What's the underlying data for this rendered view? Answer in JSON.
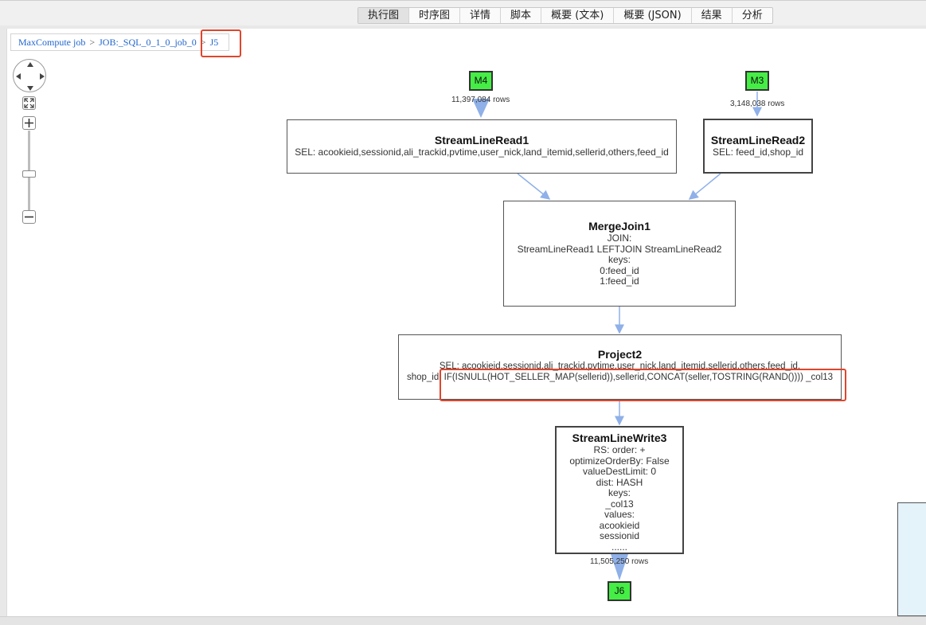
{
  "tabs": [
    {
      "label": "执行图",
      "active": true
    },
    {
      "label": "时序图",
      "active": false
    },
    {
      "label": "详情",
      "active": false
    },
    {
      "label": "脚本",
      "active": false
    },
    {
      "label": "概要 (文本)",
      "active": false
    },
    {
      "label": "概要 (JSON)",
      "active": false
    },
    {
      "label": "结果",
      "active": false
    },
    {
      "label": "分析",
      "active": false
    }
  ],
  "breadcrumb": {
    "items": [
      "MaxCompute job",
      "JOB:_SQL_0_1_0_job_0",
      "J5"
    ],
    "separator": ">"
  },
  "colors": {
    "task_fill": "#44ee44",
    "highlight_box": "#e0452c",
    "edge": "#8fb0e8",
    "link": "#2266cc"
  },
  "graph": {
    "tasks": {
      "m4": "M4",
      "m3": "M3",
      "j6": "J6"
    },
    "rows": {
      "m4": "11,397,084 rows",
      "m3": "3,148,038 rows",
      "out": "11,505,250 rows"
    },
    "nodes": {
      "read1": {
        "title": "StreamLineRead1",
        "lines": [
          "SEL: acookieid,sessionid,ali_trackid,pvtime,user_nick,land_itemid,sellerid,others,feed_id"
        ]
      },
      "read2": {
        "title": "StreamLineRead2",
        "lines": [
          "SEL: feed_id,shop_id"
        ]
      },
      "join": {
        "title": "MergeJoin1",
        "lines": [
          "JOIN:",
          "StreamLineRead1 LEFTJOIN StreamLineRead2",
          "keys:",
          "0:feed_id",
          "1:feed_id"
        ]
      },
      "project": {
        "title": "Project2",
        "lines": [
          "SEL: acookieid,sessionid,ali_trackid,pvtime,user_nick,land_itemid,sellerid,others,feed_id,",
          "shop_id, IF(ISNULL(HOT_SELLER_MAP(sellerid)),sellerid,CONCAT(seller,TOSTRING(RAND()))) _col13"
        ]
      },
      "write": {
        "title": "StreamLineWrite3",
        "lines": [
          "RS: order: +",
          "optimizeOrderBy: False",
          "valueDestLimit: 0",
          "dist: HASH",
          "keys:",
          "_col13",
          "values:",
          "acookieid",
          "sessionid",
          "......"
        ]
      }
    }
  }
}
